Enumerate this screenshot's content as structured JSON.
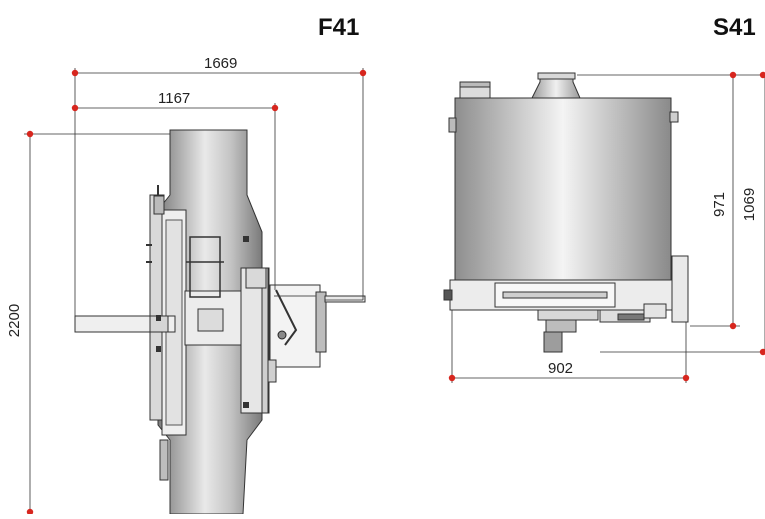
{
  "views": {
    "front": {
      "title": "F41"
    },
    "side": {
      "title": "S41"
    }
  },
  "dimensions": {
    "front_width_total": "1669",
    "front_width_inner": "1167",
    "front_height": "2200",
    "side_height_inner": "971",
    "side_height_total": "1069",
    "side_width": "902"
  },
  "colors": {
    "dimension_line": "#d7261e",
    "body_dark": "#8a8a8a",
    "body_light": "#f2f2f2",
    "outline": "#222222"
  }
}
